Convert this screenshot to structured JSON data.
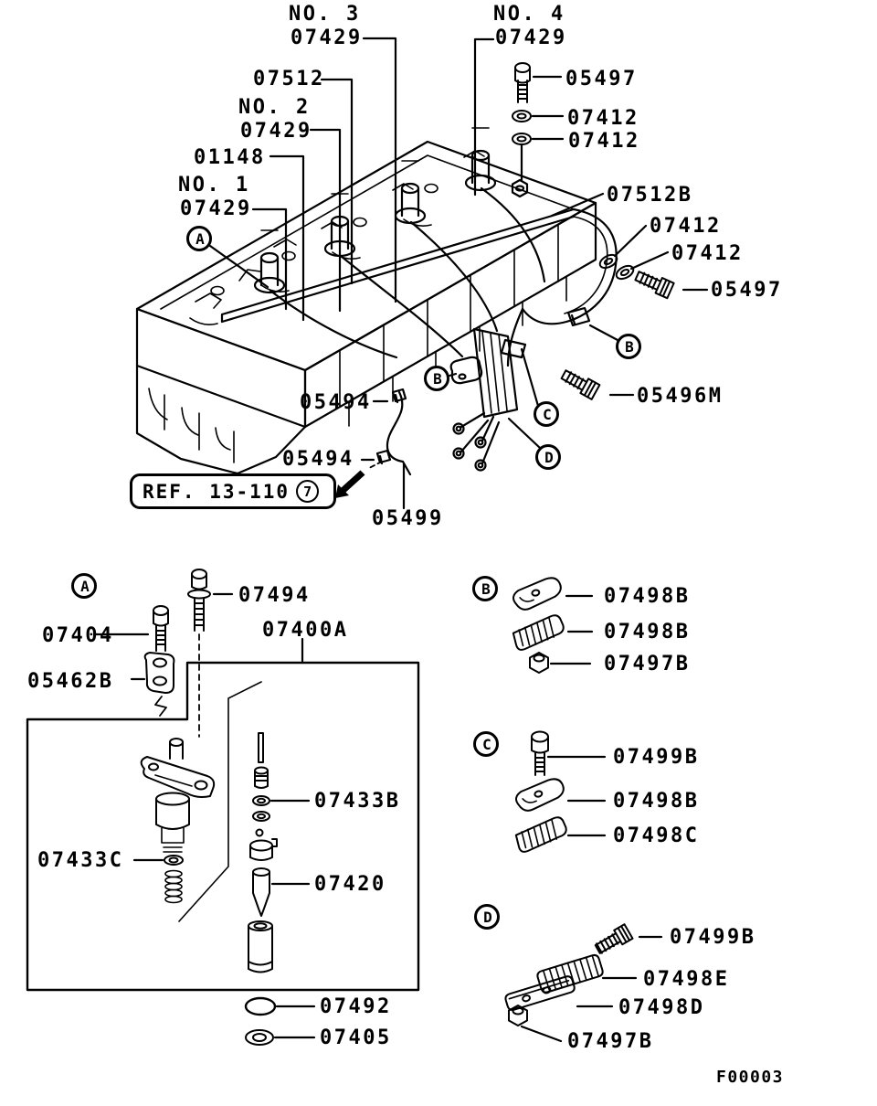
{
  "figure_code": "F00003",
  "ref_box": {
    "text": "REF. 13-110",
    "badge": "7"
  },
  "balloons": {
    "A": "A",
    "B": "B",
    "B_mid": "B",
    "C": "C",
    "D": "D"
  },
  "main": {
    "no1": {
      "name": "NO. 1",
      "part": "07429"
    },
    "no2": {
      "name": "NO. 2",
      "part": "07429"
    },
    "no3": {
      "name": "NO. 3",
      "part": "07429"
    },
    "no4": {
      "name": "NO. 4",
      "part": "07429"
    },
    "p07512": "07512",
    "p01148": "01148",
    "p05497_top": "05497",
    "p07412_top_1": "07412",
    "p07412_top_2": "07412",
    "p07512B": "07512B",
    "p07412_right_1": "07412",
    "p07412_right_2": "07412",
    "p05497_right": "05497",
    "p05496M": "05496M",
    "p05494_1": "05494",
    "p05494_2": "05494",
    "p05499": "05499"
  },
  "sectionA": {
    "badge": "A",
    "p07494": "07494",
    "p07404": "07404",
    "p05462B": "05462B",
    "p07400A": "07400A",
    "p07433B": "07433B",
    "p07433C": "07433C",
    "p07420": "07420",
    "p07492": "07492",
    "p07405": "07405"
  },
  "sectionB": {
    "badge": "B",
    "clamp_upper": "07498B",
    "clamp_lower": "07498B",
    "nut": "07497B"
  },
  "sectionC": {
    "badge": "C",
    "bolt": "07499B",
    "clamp": "07498B",
    "clamp_ribbed": "07498C"
  },
  "sectionD": {
    "badge": "D",
    "bolt": "07499B",
    "plate_ribbed": "07498E",
    "plate": "07498D",
    "nut": "07497B"
  }
}
